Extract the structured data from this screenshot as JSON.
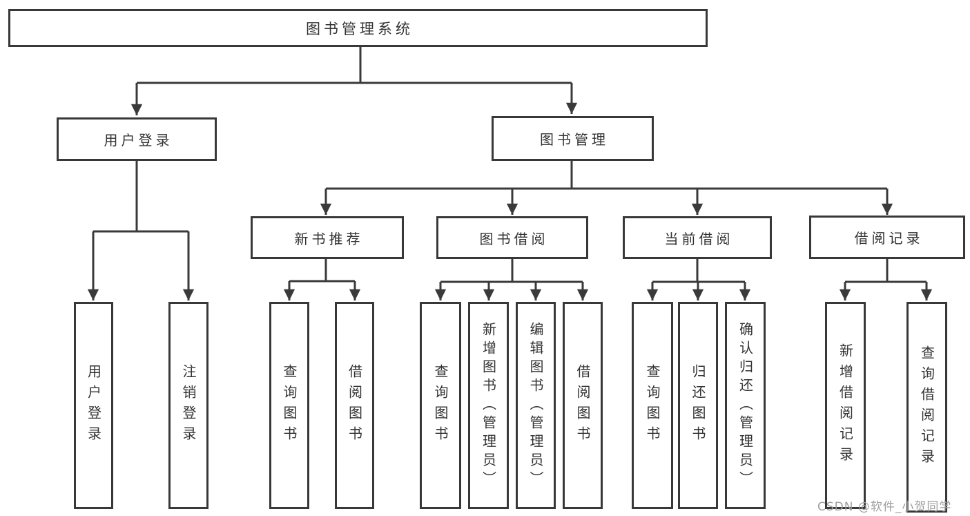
{
  "diagram": {
    "title": "图书管理系统",
    "level1": {
      "user_login": "用户登录",
      "book_management": "图书管理"
    },
    "level2": {
      "new_book_recommend": "新书推荐",
      "book_borrow": "图书借阅",
      "current_borrow": "当前借阅",
      "borrow_records": "借阅记录"
    },
    "leaves": {
      "user_login": "用户登录",
      "logout": "注销登录",
      "query_book_recommend": "查询图书",
      "borrow_book_recommend": "借阅图书",
      "query_book_borrow": "查询图书",
      "add_book_admin": "新增图书（管理员）",
      "edit_book_admin": "编辑图书（管理员）",
      "borrow_book_borrow": "借阅图书",
      "query_book_current": "查询图书",
      "return_book": "归还图书",
      "confirm_return_admin": "确认归还（管理员）",
      "add_borrow_record": "新增借阅记录",
      "query_borrow_record": "查询借阅记录"
    }
  },
  "watermark": "CSDN @软件_小贺同学",
  "colors": {
    "background": "#ffffff",
    "box_border": "#383838",
    "line": "#3a3a3a",
    "text": "#333333",
    "watermark": "#9e9e9e"
  }
}
